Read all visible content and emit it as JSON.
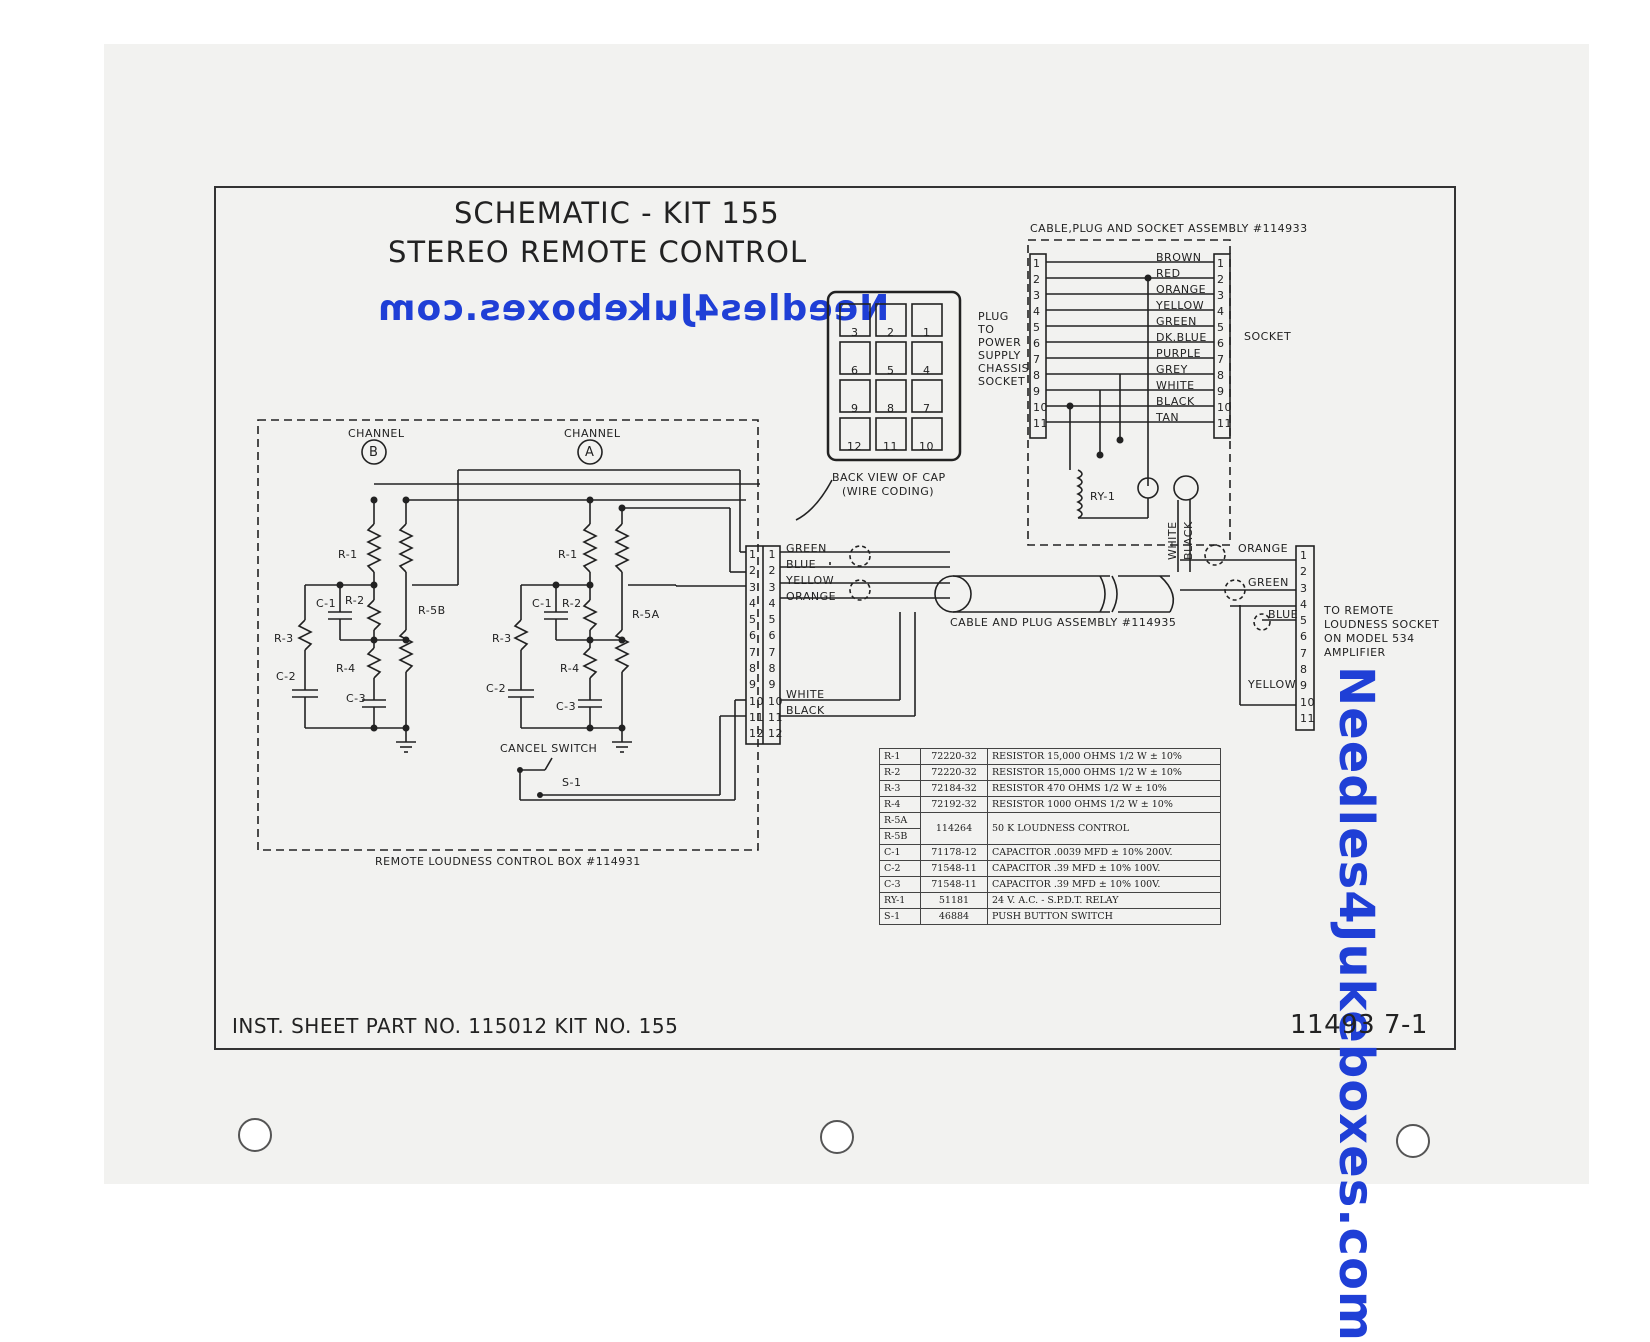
{
  "title": {
    "line1": "SCHEMATIC - KIT 155",
    "line2": "STEREO REMOTE CONTROL"
  },
  "watermark": {
    "text": "Needles4Jukeboxes.com",
    "color": "#1f3fd6"
  },
  "labels": {
    "channel": "CHANNEL",
    "channel_b": "B",
    "channel_a": "A",
    "cap_caption_1": "BACK VIEW OF CAP",
    "cap_caption_2": "(WIRE CODING)",
    "cable_assembly_top": "CABLE,PLUG AND SOCKET ASSEMBLY #114933",
    "plug_text": [
      "PLUG",
      "TO",
      "POWER",
      "SUPPLY",
      "CHASSIS",
      "SOCKET"
    ],
    "socket": "SOCKET",
    "relay": "RY-1",
    "cable_assembly_mid": "CABLE AND PLUG ASSEMBLY #114935",
    "remote_box": "REMOTE LOUDNESS CONTROL BOX #114931",
    "cancel_switch": "CANCEL SWITCH",
    "switch": "S-1",
    "to_remote": [
      "TO REMOTE",
      "LOUDNESS SOCKET",
      "ON MODEL 534",
      "AMPLIFIER"
    ],
    "white": "WHITE",
    "black": "BLACK"
  },
  "cap_numbers": [
    "3",
    "2",
    "1",
    "6",
    "5",
    "4",
    "9",
    "8",
    "7",
    "12",
    "11",
    "10"
  ],
  "top_wires": [
    "BROWN",
    "RED",
    "ORANGE",
    "YELLOW",
    "GREEN",
    "DK.BLUE",
    "PURPLE",
    "GREY",
    "WHITE",
    "BLACK",
    "TAN"
  ],
  "terminal_wires": {
    "1": "GREEN",
    "2": "BLUE",
    "3": "YELLOW",
    "4": "ORANGE",
    "10": "WHITE",
    "11": "BLACK"
  },
  "right_wires": {
    "orange": "ORANGE",
    "green": "GREEN",
    "blue": "BLUE",
    "yellow": "YELLOW"
  },
  "components_b": {
    "r1": "R-1",
    "r2": "R-2",
    "r3": "R-3",
    "r4": "R-4",
    "r5": "R-5B",
    "c1": "C-1",
    "c2": "C-2",
    "c3": "C-3"
  },
  "components_a": {
    "r1": "R-1",
    "r2": "R-2",
    "r3": "R-3",
    "r4": "R-4",
    "r5": "R-5A",
    "c1": "C-1",
    "c2": "C-2",
    "c3": "C-3"
  },
  "parts_table": [
    {
      "ref": "R-1",
      "part": "72220-32",
      "desc": "RESISTOR 15,000 OHMS 1/2 W ± 10%"
    },
    {
      "ref": "R-2",
      "part": "72220-32",
      "desc": "RESISTOR 15,000 OHMS 1/2 W ± 10%"
    },
    {
      "ref": "R-3",
      "part": "72184-32",
      "desc": "RESISTOR 470 OHMS 1/2 W ± 10%"
    },
    {
      "ref": "R-4",
      "part": "72192-32",
      "desc": "RESISTOR 1000 OHMS 1/2 W ± 10%"
    },
    {
      "ref": "R-5A",
      "ref2": "R-5B",
      "part": "114264",
      "desc": "50 K LOUDNESS CONTROL"
    },
    {
      "ref": "C-1",
      "part": "71178-12",
      "desc": "CAPACITOR .0039 MFD ± 10% 200V."
    },
    {
      "ref": "C-2",
      "part": "71548-11",
      "desc": "CAPACITOR .39 MFD ± 10% 100V."
    },
    {
      "ref": "C-3",
      "part": "71548-11",
      "desc": "CAPACITOR .39 MFD ± 10% 100V."
    },
    {
      "ref": "RY-1",
      "part": "51181",
      "desc": "24 V. A.C. - S.P.D.T. RELAY"
    },
    {
      "ref": "S-1",
      "part": "46884",
      "desc": "PUSH BUTTON SWITCH"
    }
  ],
  "footer": {
    "left": "INST. SHEET PART NO. 115012 KIT NO. 155",
    "right": "11493 7-1"
  }
}
